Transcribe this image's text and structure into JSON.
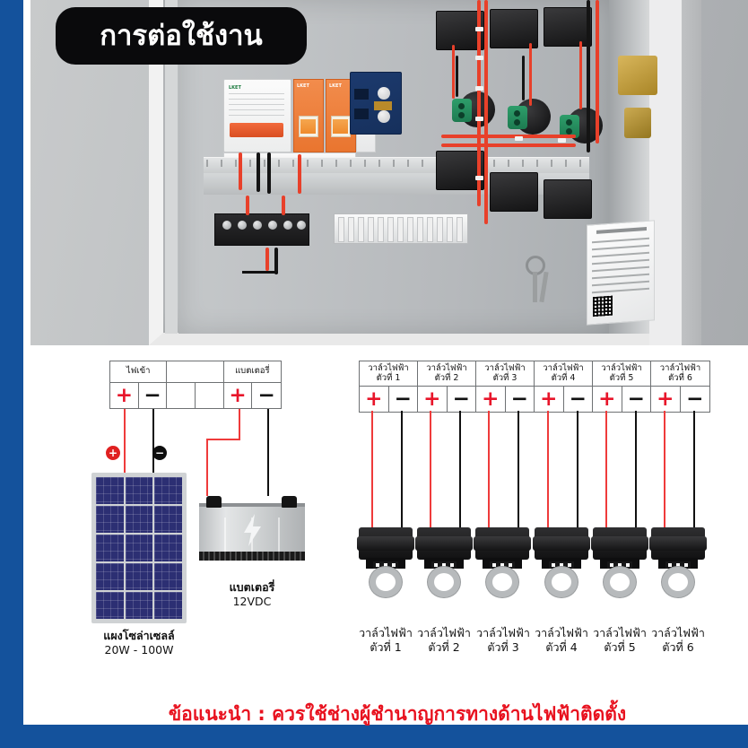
{
  "theme": {
    "border_color": "#14529c",
    "sheet_color": "#ffffff",
    "badge_bg": "#0a0a0c",
    "badge_text_color": "#ffffff",
    "plus_color": "#e8152a",
    "minus_color": "#111111",
    "footer_color": "#e8121f",
    "red_wire": "#ef3b3b",
    "black_wire": "#111111",
    "solar_cell_color": "#2c2f73"
  },
  "header": {
    "badge_title": "การต่อใช้งาน"
  },
  "photo": {
    "alt_name": "solar-irrigation-control-cabinet-photo",
    "components": [
      "circuit-breaker",
      "surge-protector-a",
      "surge-protector-b",
      "dc-converter-pcb",
      "din-rail",
      "terminal-block-power",
      "terminal-block-valves",
      "timer-relay-modules",
      "cable-glands",
      "cabinet-latch",
      "keys",
      "instruction-manual-label"
    ]
  },
  "diagram": {
    "left_terminal": {
      "name": "power-and-battery-terminal-strip",
      "groups": [
        {
          "label": "ไฟเข้า",
          "span": 2
        },
        {
          "label": "",
          "span": 2
        },
        {
          "label": "แบตเตอรี่",
          "span": 2
        }
      ],
      "polarities": [
        "+",
        "−",
        "",
        "",
        "+",
        "−"
      ]
    },
    "right_terminal": {
      "name": "solenoid-valve-terminal-strip",
      "groups": [
        {
          "label_line1": "วาล์วไฟฟ้า",
          "label_line2": "ตัวที่ 1"
        },
        {
          "label_line1": "วาล์วไฟฟ้า",
          "label_line2": "ตัวที่ 2"
        },
        {
          "label_line1": "วาล์วไฟฟ้า",
          "label_line2": "ตัวที่ 3"
        },
        {
          "label_line1": "วาล์วไฟฟ้า",
          "label_line2": "ตัวที่ 4"
        },
        {
          "label_line1": "วาล์วไฟฟ้า",
          "label_line2": "ตัวที่ 5"
        },
        {
          "label_line1": "วาล์วไฟฟ้า",
          "label_line2": "ตัวที่ 6"
        }
      ],
      "polarities": [
        "+",
        "−"
      ]
    },
    "solar": {
      "name": "solar-panel",
      "plus_badge": "+",
      "minus_badge": "−",
      "caption_line1": "แผงโซล่าเซลล์",
      "caption_line2": "20W - 100W",
      "cell_rows": 5,
      "cell_cols": 3
    },
    "battery": {
      "name": "battery-12vdc",
      "caption_line1": "แบตเตอรี่",
      "caption_line2": "12VDC"
    },
    "valves": [
      {
        "caption_line1": "วาล์วไฟฟ้า",
        "caption_line2": "ตัวที่ 1"
      },
      {
        "caption_line1": "วาล์วไฟฟ้า",
        "caption_line2": "ตัวที่ 2"
      },
      {
        "caption_line1": "วาล์วไฟฟ้า",
        "caption_line2": "ตัวที่ 3"
      },
      {
        "caption_line1": "วาล์วไฟฟ้า",
        "caption_line2": "ตัวที่ 4"
      },
      {
        "caption_line1": "วาล์วไฟฟ้า",
        "caption_line2": "ตัวที่ 5"
      },
      {
        "caption_line1": "วาล์วไฟฟ้า",
        "caption_line2": "ตัวที่ 6"
      }
    ]
  },
  "footer": {
    "note": "ข้อแนะนำ : ควรใช้ช่างผู้ชำนาญการทางด้านไฟฟ้าติดตั้ง"
  }
}
